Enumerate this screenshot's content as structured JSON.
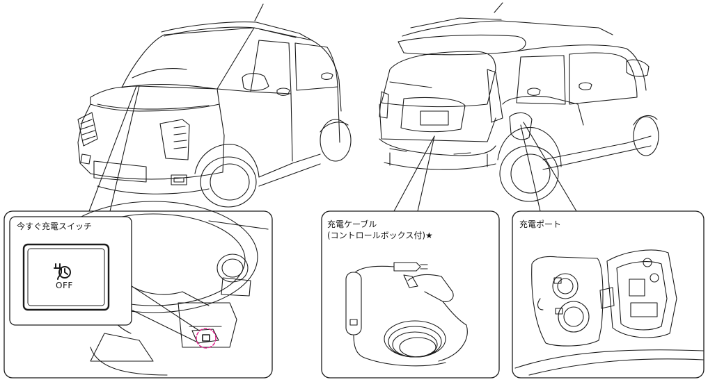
{
  "labels": {
    "charge_switch": "今すぐ充電スイッチ",
    "switch_off": "OFF",
    "charge_cable_line1": "充電ケーブル",
    "charge_cable_line2": "(コントロールボックス付)★",
    "charge_port": "充電ポート"
  },
  "icons": {
    "switch_symbol": "plug-clock-icon",
    "highlight": "dashed-circle-highlight"
  },
  "colors": {
    "line": "#1a1a1a",
    "highlight": "#e0208a",
    "background": "#ffffff"
  }
}
